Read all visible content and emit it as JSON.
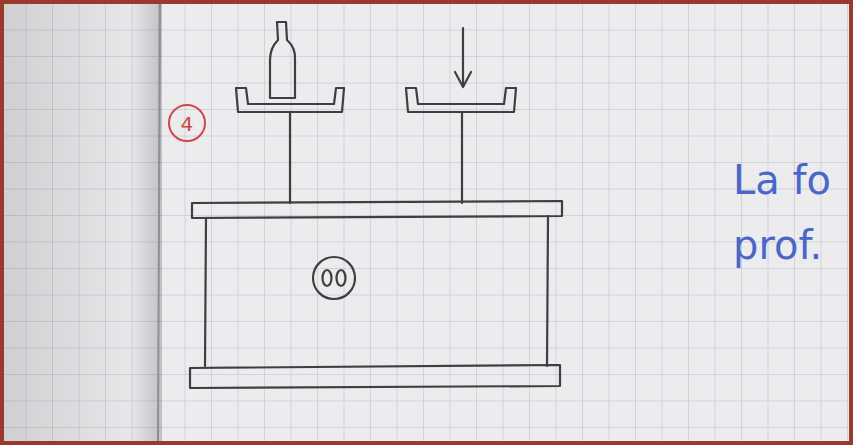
{
  "diagram": {
    "labels": [
      "4",
      "La fo",
      "prof."
    ]
  }
}
